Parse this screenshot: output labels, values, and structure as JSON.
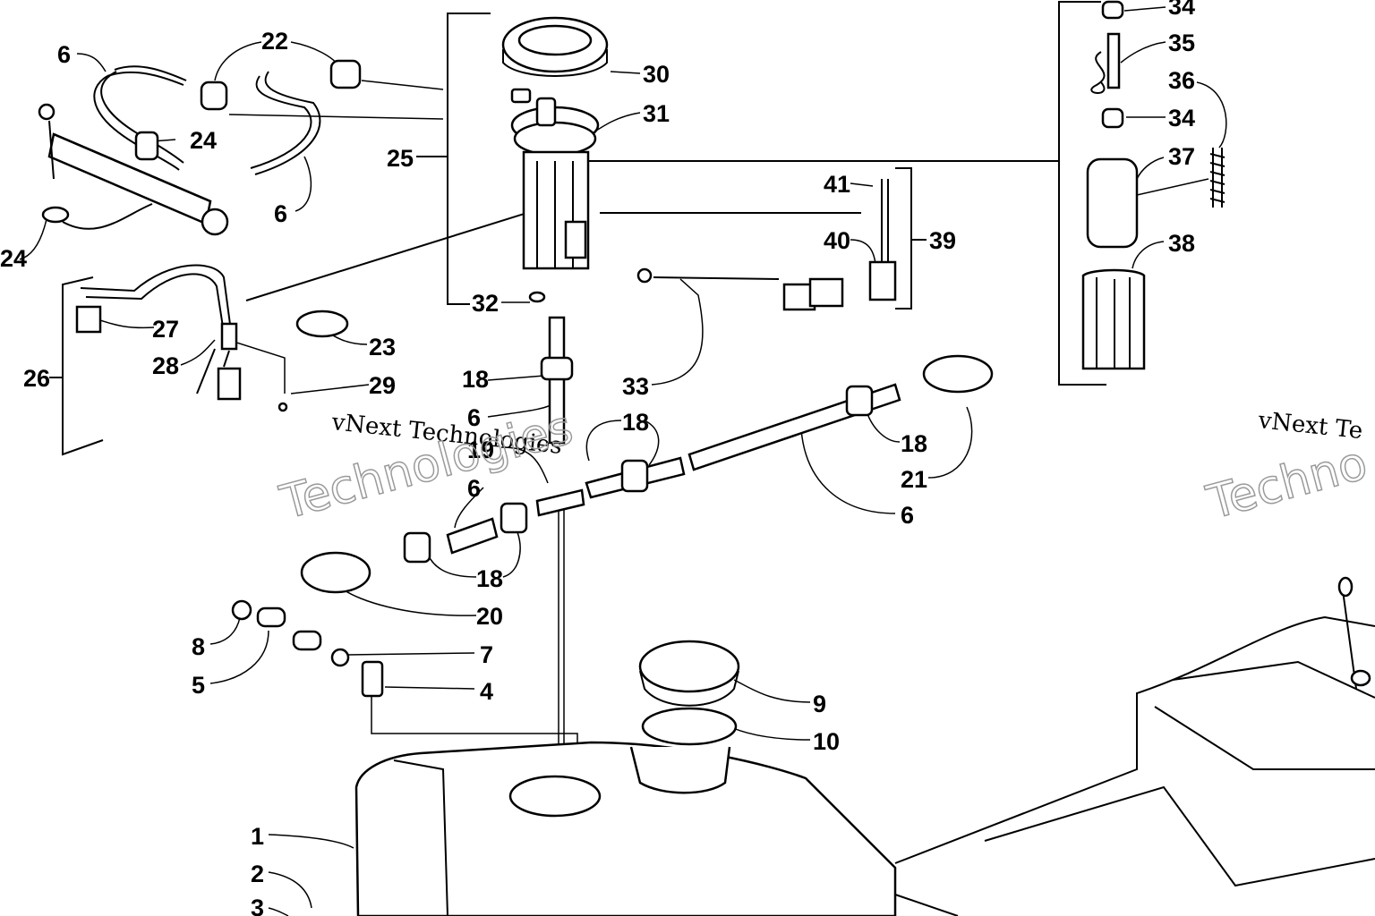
{
  "callouts": [
    {
      "id": "c6a",
      "text": "6"
    },
    {
      "id": "c22",
      "text": "22"
    },
    {
      "id": "c24a",
      "text": "24"
    },
    {
      "id": "c24b",
      "text": "24"
    },
    {
      "id": "c6b",
      "text": "6"
    },
    {
      "id": "c25",
      "text": "25"
    },
    {
      "id": "c30",
      "text": "30"
    },
    {
      "id": "c31",
      "text": "31"
    },
    {
      "id": "c32",
      "text": "32"
    },
    {
      "id": "c34a",
      "text": "34"
    },
    {
      "id": "c35",
      "text": "35"
    },
    {
      "id": "c36",
      "text": "36"
    },
    {
      "id": "c34b",
      "text": "34"
    },
    {
      "id": "c37",
      "text": "37"
    },
    {
      "id": "c38",
      "text": "38"
    },
    {
      "id": "c41",
      "text": "41"
    },
    {
      "id": "c40",
      "text": "40"
    },
    {
      "id": "c39",
      "text": "39"
    },
    {
      "id": "c26",
      "text": "26"
    },
    {
      "id": "c27",
      "text": "27"
    },
    {
      "id": "c28",
      "text": "28"
    },
    {
      "id": "c23",
      "text": "23"
    },
    {
      "id": "c29",
      "text": "29"
    },
    {
      "id": "c18a",
      "text": "18"
    },
    {
      "id": "c6c",
      "text": "6"
    },
    {
      "id": "c19",
      "text": "19"
    },
    {
      "id": "c33",
      "text": "33"
    },
    {
      "id": "c18b",
      "text": "18"
    },
    {
      "id": "c6d",
      "text": "6"
    },
    {
      "id": "c18c",
      "text": "18"
    },
    {
      "id": "c21",
      "text": "21"
    },
    {
      "id": "c6e",
      "text": "6"
    },
    {
      "id": "c18d",
      "text": "18"
    },
    {
      "id": "c20",
      "text": "20"
    },
    {
      "id": "c8",
      "text": "8"
    },
    {
      "id": "c7",
      "text": "7"
    },
    {
      "id": "c5",
      "text": "5"
    },
    {
      "id": "c4",
      "text": "4"
    },
    {
      "id": "c9",
      "text": "9"
    },
    {
      "id": "c10",
      "text": "10"
    },
    {
      "id": "c1",
      "text": "1"
    },
    {
      "id": "c2",
      "text": "2"
    },
    {
      "id": "c3",
      "text": "3"
    }
  ],
  "watermarks": [
    {
      "id": "w1",
      "text": "vNext Technologies"
    },
    {
      "id": "w2",
      "text": "Technologies"
    },
    {
      "id": "w3",
      "text": "vNext Te"
    },
    {
      "id": "w4",
      "text": "Techno"
    }
  ]
}
